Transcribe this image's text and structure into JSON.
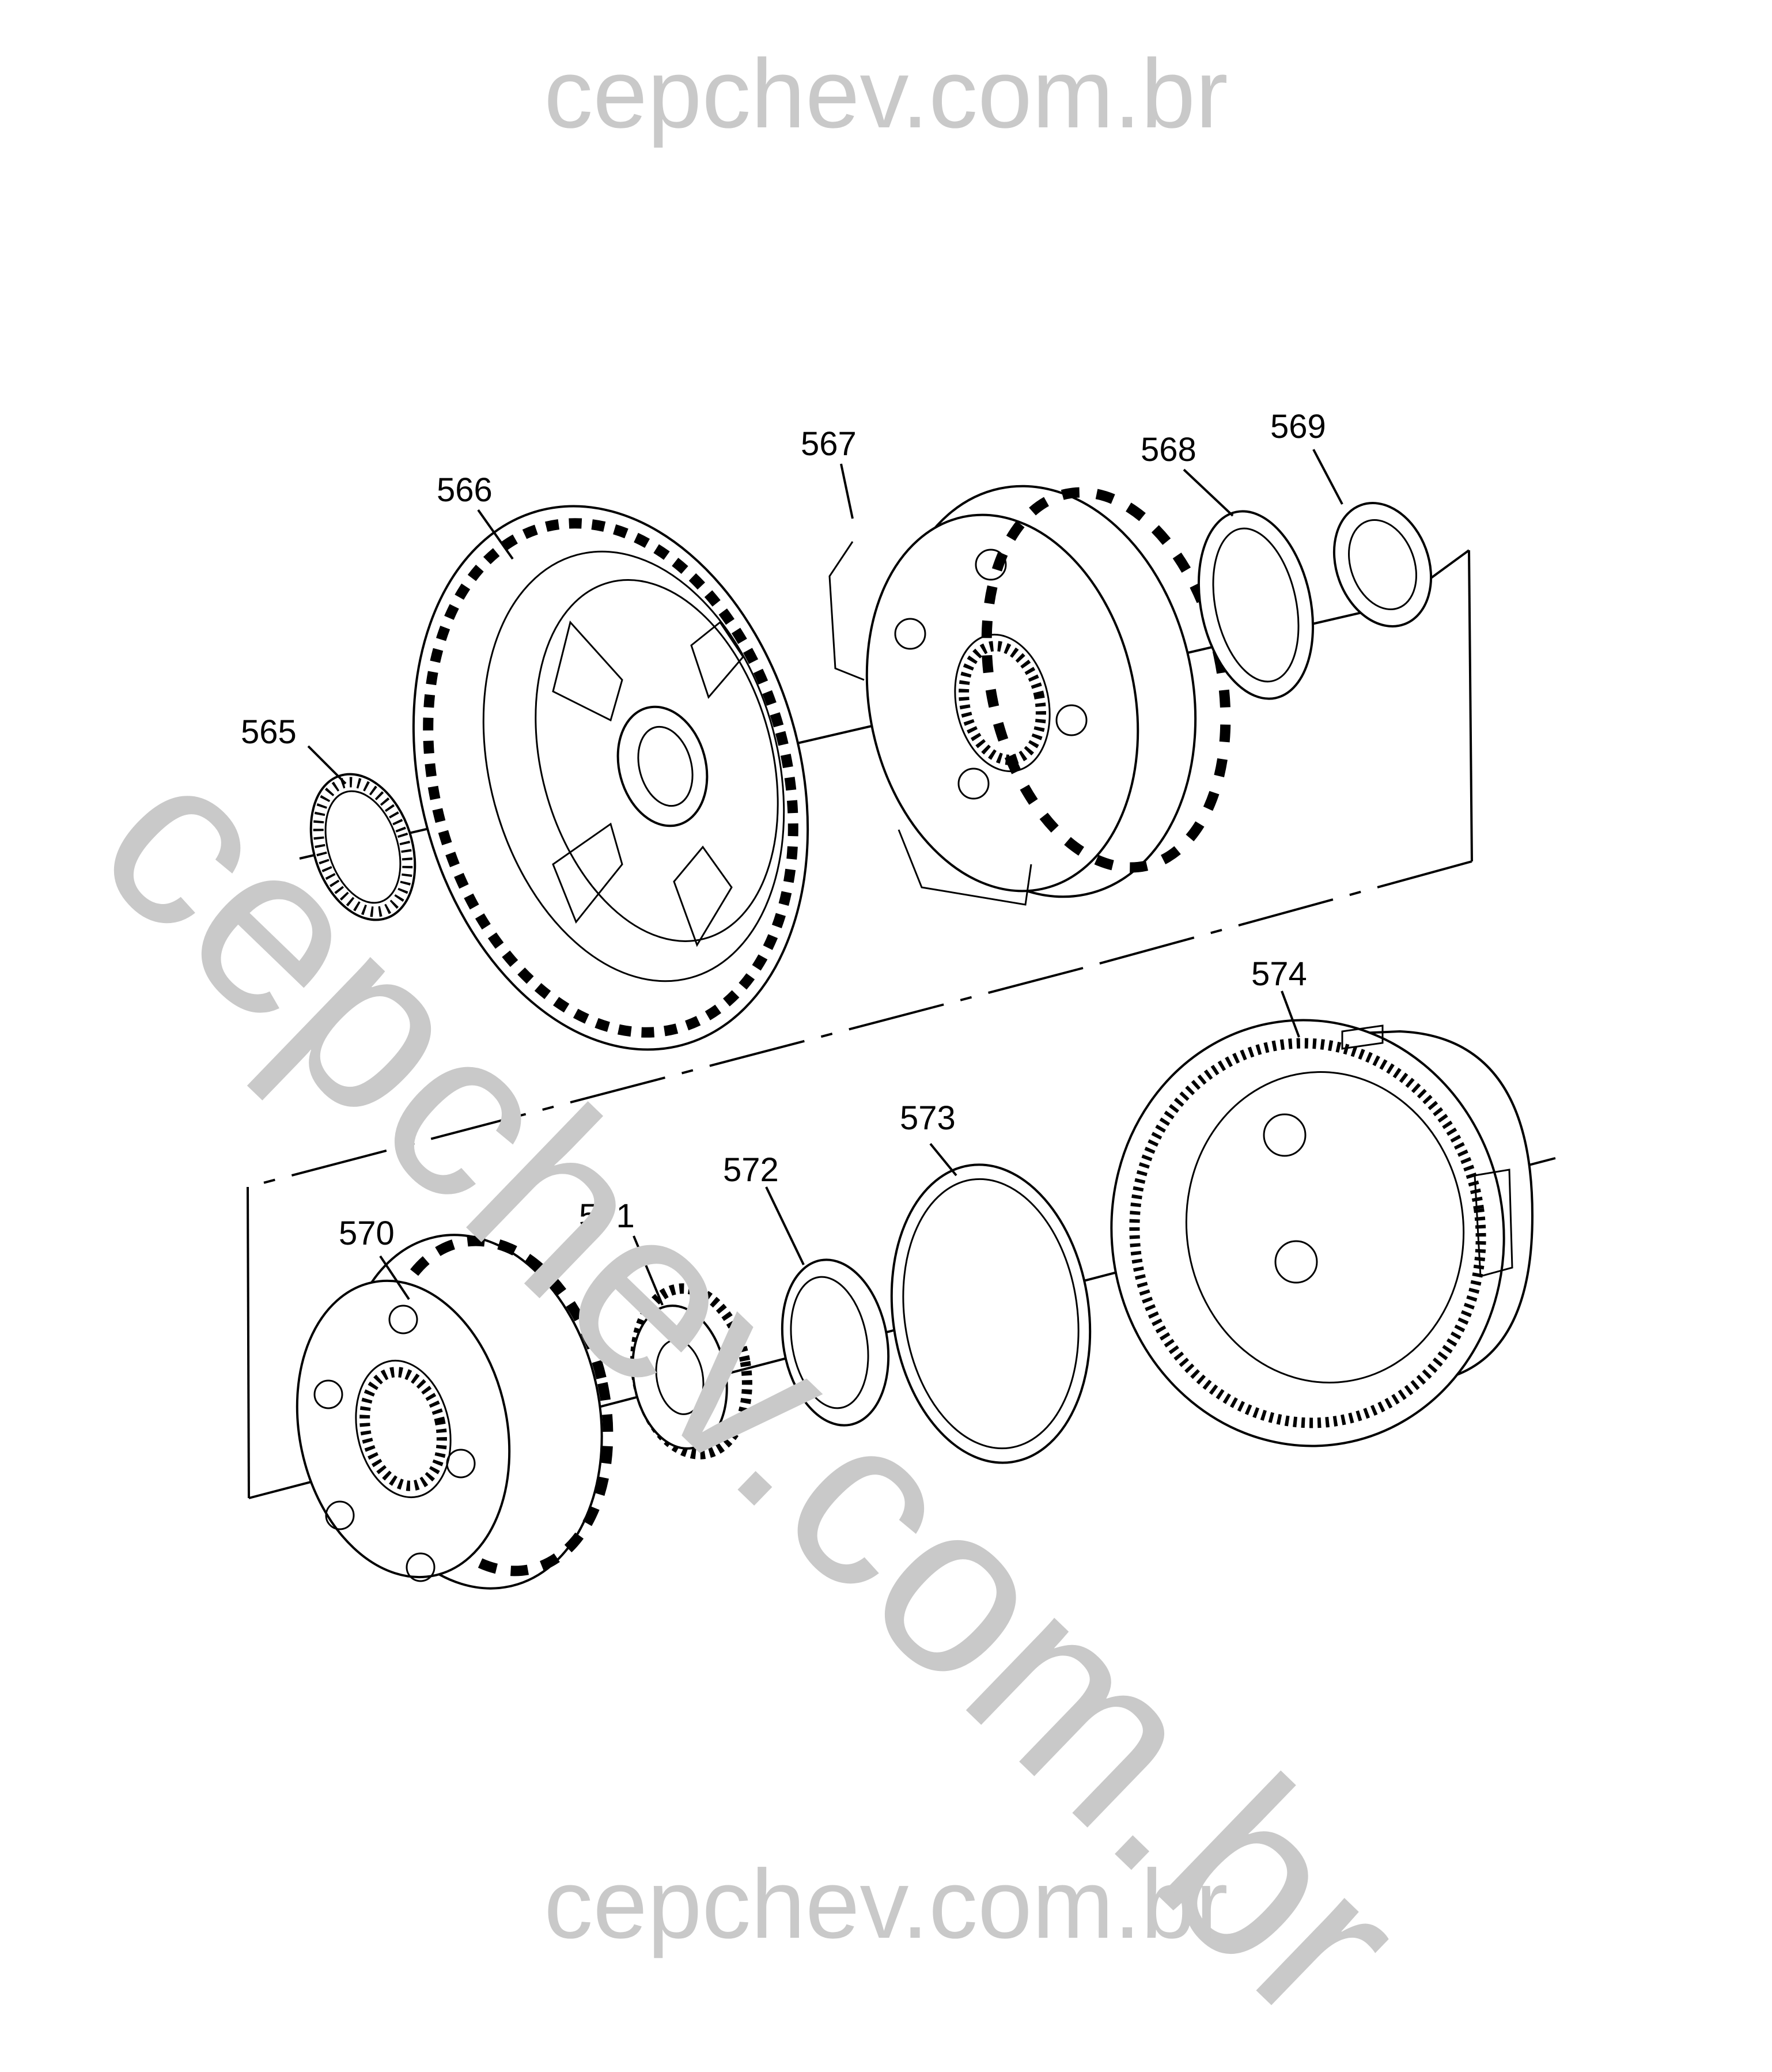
{
  "watermark": {
    "top": "cepchev.com.br",
    "bottom": "cepchev.com.br",
    "diagonal": "cepchev.com.br"
  },
  "labels": {
    "p565": "565",
    "p566": "566",
    "p567": "567",
    "p568": "568",
    "p569": "569",
    "p570": "570",
    "p571": "571",
    "p572": "572",
    "p573": "573",
    "p574": "574"
  }
}
